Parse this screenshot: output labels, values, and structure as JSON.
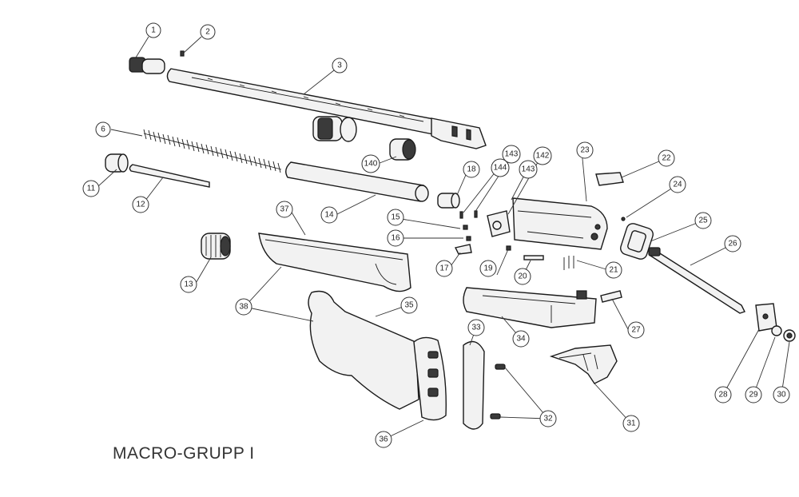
{
  "title": "MACRO-GRUPP I",
  "callouts": [
    "1",
    "2",
    "3",
    "6",
    "11",
    "12",
    "13",
    "14",
    "15",
    "16",
    "17",
    "18",
    "19",
    "20",
    "21",
    "22",
    "23",
    "24",
    "25",
    "26",
    "27",
    "28",
    "29",
    "30",
    "31",
    "32",
    "33",
    "34",
    "35",
    "36",
    "37",
    "38",
    "140",
    "142",
    "143",
    "144",
    "143"
  ]
}
